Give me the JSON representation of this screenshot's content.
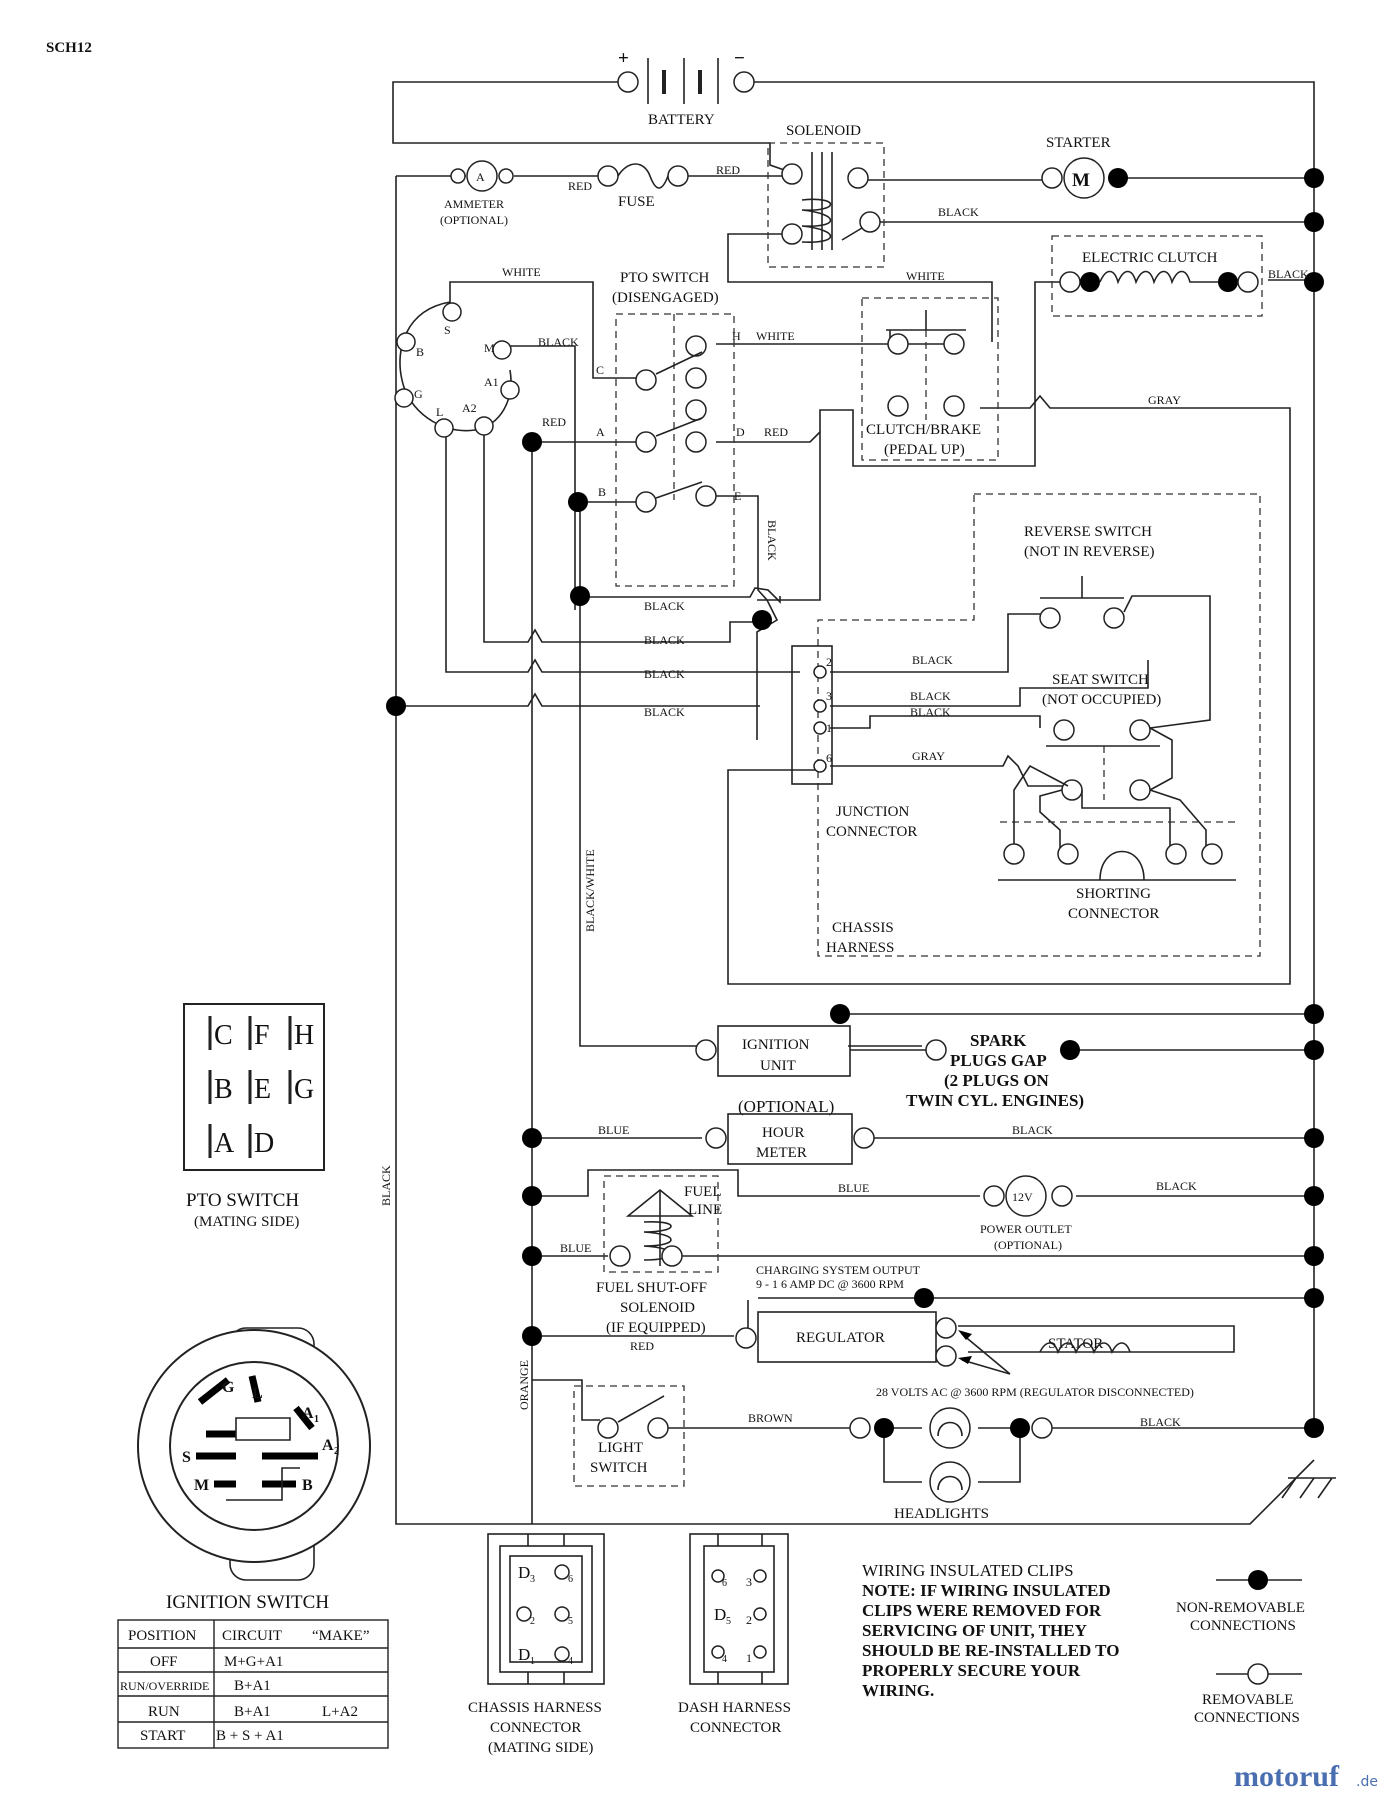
{
  "code": "SCH12",
  "components": {
    "battery": "BATTERY",
    "battery_plus": "+",
    "battery_minus": "−",
    "solenoid": "SOLENOID",
    "starter": "STARTER",
    "starter_symbol": "M",
    "ammeter_symbol": "A",
    "ammeter": "AMMETER",
    "ammeter_note": "(OPTIONAL)",
    "fuse": "FUSE",
    "electric_clutch": "ELECTRIC CLUTCH",
    "pto_switch": "PTO SWITCH",
    "pto_state": "(DISENGAGED)",
    "clutch_brake": "CLUTCH/BRAKE",
    "clutch_brake_state": "(PEDAL UP)",
    "reverse_switch": "REVERSE SWITCH",
    "reverse_state": "(NOT IN REVERSE)",
    "seat_switch": "SEAT SWITCH",
    "seat_state": "(NOT OCCUPIED)",
    "junction": "JUNCTION",
    "connector": "CONNECTOR",
    "shorting": "SHORTING",
    "chassis": "CHASSIS",
    "harness": "HARNESS",
    "ignition_unit_1": "IGNITION",
    "ignition_unit_2": "UNIT",
    "spark_1": "SPARK",
    "spark_2": "PLUGS GAP",
    "spark_3": "(2 PLUGS ON",
    "spark_4": "TWIN CYL. ENGINES)",
    "hour_optional": "(OPTIONAL)",
    "hour_1": "HOUR",
    "hour_2": "METER",
    "fuel_1": "FUEL",
    "fuel_2": "LINE",
    "outlet_symbol": "12V",
    "outlet_1": "POWER OUTLET",
    "outlet_2": "(OPTIONAL)",
    "fso_1": "FUEL SHUT-OFF",
    "fso_2": "SOLENOID",
    "fso_3": "(IF EQUIPPED)",
    "charging_1": "CHARGING SYSTEM OUTPUT",
    "charging_2": "9 - 1 6 AMP DC @ 3600 RPM",
    "regulator": "REGULATOR",
    "stator": "STATOR",
    "volts_ac": "28 VOLTS AC @ 3600 RPM (REGULATOR DISCONNECTED)",
    "light_1": "LIGHT",
    "light_2": "SWITCH",
    "headlights": "HEADLIGHTS"
  },
  "ignition_terminals": {
    "b": "B",
    "s": "S",
    "m": "M",
    "a1": "A1",
    "g": "G",
    "l": "L",
    "a2": "A2"
  },
  "pto_terminals": {
    "c": "C",
    "a": "A",
    "b": "B",
    "h": "H",
    "d": "D",
    "e": "E"
  },
  "junction_pins": {
    "p2": "2",
    "p3": "3",
    "p1": "1",
    "p6": "6"
  },
  "wires": {
    "red": "RED",
    "black": "BLACK",
    "white": "WHITE",
    "gray": "GRAY",
    "blue": "BLUE",
    "black_white": "BLACK/WHITE",
    "orange": "ORANGE",
    "brown": "BROWN"
  },
  "pto_mating": {
    "letters": [
      "C",
      "F",
      "H",
      "B",
      "E",
      "G",
      "A",
      "D"
    ],
    "title": "PTO SWITCH",
    "subtitle": "(MATING SIDE)"
  },
  "ignition_switch": {
    "title": "IGNITION SWITCH",
    "terminals": {
      "g": "G",
      "l": "L",
      "a1": "A",
      "a1_sub": "1",
      "s": "S",
      "a2": "A",
      "a2_sub": "2",
      "m": "M",
      "b": "B"
    }
  },
  "ignition_table": {
    "headers": [
      "POSITION",
      "CIRCUIT",
      "“MAKE”"
    ],
    "rows": [
      [
        "OFF",
        "M+G+A1",
        ""
      ],
      [
        "RUN/OVERRIDE",
        "B+A1",
        ""
      ],
      [
        "RUN",
        "B+A1",
        "L+A2"
      ],
      [
        "START",
        "B + S + A1",
        ""
      ]
    ]
  },
  "chassis_connector": {
    "pins": {
      "d3": "D",
      "d3n": "3",
      "p6": "6",
      "p2": "2",
      "p5": "5",
      "d1": "D",
      "d1n": "1",
      "p4": "4"
    },
    "title_1": "CHASSIS HARNESS",
    "title_2": "CONNECTOR",
    "title_3": "(MATING SIDE)"
  },
  "dash_connector": {
    "pins": {
      "p6": "6",
      "p3": "3",
      "d5": "D",
      "d5n": "5",
      "p2": "2",
      "p4": "4",
      "p1": "1"
    },
    "title_1": "DASH HARNESS",
    "title_2": "CONNECTOR"
  },
  "note": {
    "title": "WIRING INSULATED CLIPS",
    "lines": [
      "NOTE:  IF WIRING INSULATED",
      "CLIPS WERE REMOVED FOR",
      "SERVICING OF UNIT, THEY",
      "SHOULD BE RE-INSTALLED TO",
      "PROPERLY SECURE YOUR",
      "WIRING."
    ]
  },
  "legend": {
    "non_removable_1": "NON-REMOVABLE",
    "non_removable_2": "CONNECTIONS",
    "removable_1": "REMOVABLE",
    "removable_2": "CONNECTIONS"
  },
  "watermark": {
    "brand": "motoruf",
    "suffix": ".de"
  }
}
